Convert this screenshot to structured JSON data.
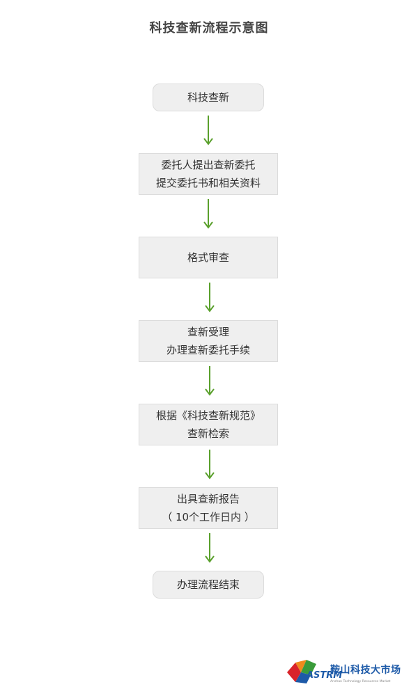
{
  "title": "科技查新流程示意图",
  "steps": [
    {
      "lines": [
        "科技查新"
      ]
    },
    {
      "lines": [
        "委托人提出查新委托",
        "提交委托书和相关资料"
      ]
    },
    {
      "lines": [
        "格式审查"
      ]
    },
    {
      "lines": [
        "查新受理",
        "办理查新委托手续"
      ]
    },
    {
      "lines": [
        "根据《科技查新规范》",
        "查新检索"
      ]
    },
    {
      "lines": [
        "出具查新报告",
        "（ 10个工作日内 ）"
      ]
    },
    {
      "lines": [
        "办理流程结束"
      ]
    }
  ],
  "colors": {
    "arrow": "#5aa02c",
    "node_fill": "#efefef",
    "node_border": "#dcdcdc",
    "logo_blue": "#1d5aa8",
    "logo_red": "#d9232a",
    "logo_green": "#3a9b3a",
    "logo_orange": "#f08a1c"
  },
  "logo": {
    "mark": "ASTRM",
    "name": "鞍山科技大市场",
    "tagline": "Anshan Technology Resources Market"
  }
}
